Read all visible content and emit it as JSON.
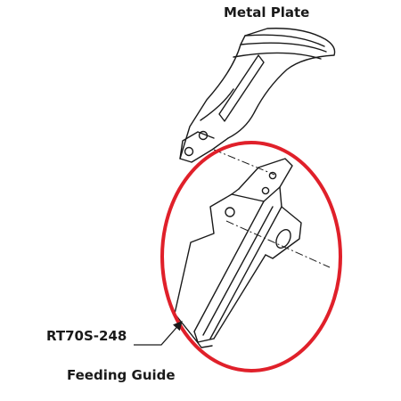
{
  "labels": {
    "metal_plate": "Metal Plate",
    "part_number": "RT70S-248",
    "feeding_guide": "Feeding Guide"
  },
  "colors": {
    "line": "#1a1a1a",
    "highlight_ellipse": "#e0202a",
    "background": "#ffffff"
  }
}
